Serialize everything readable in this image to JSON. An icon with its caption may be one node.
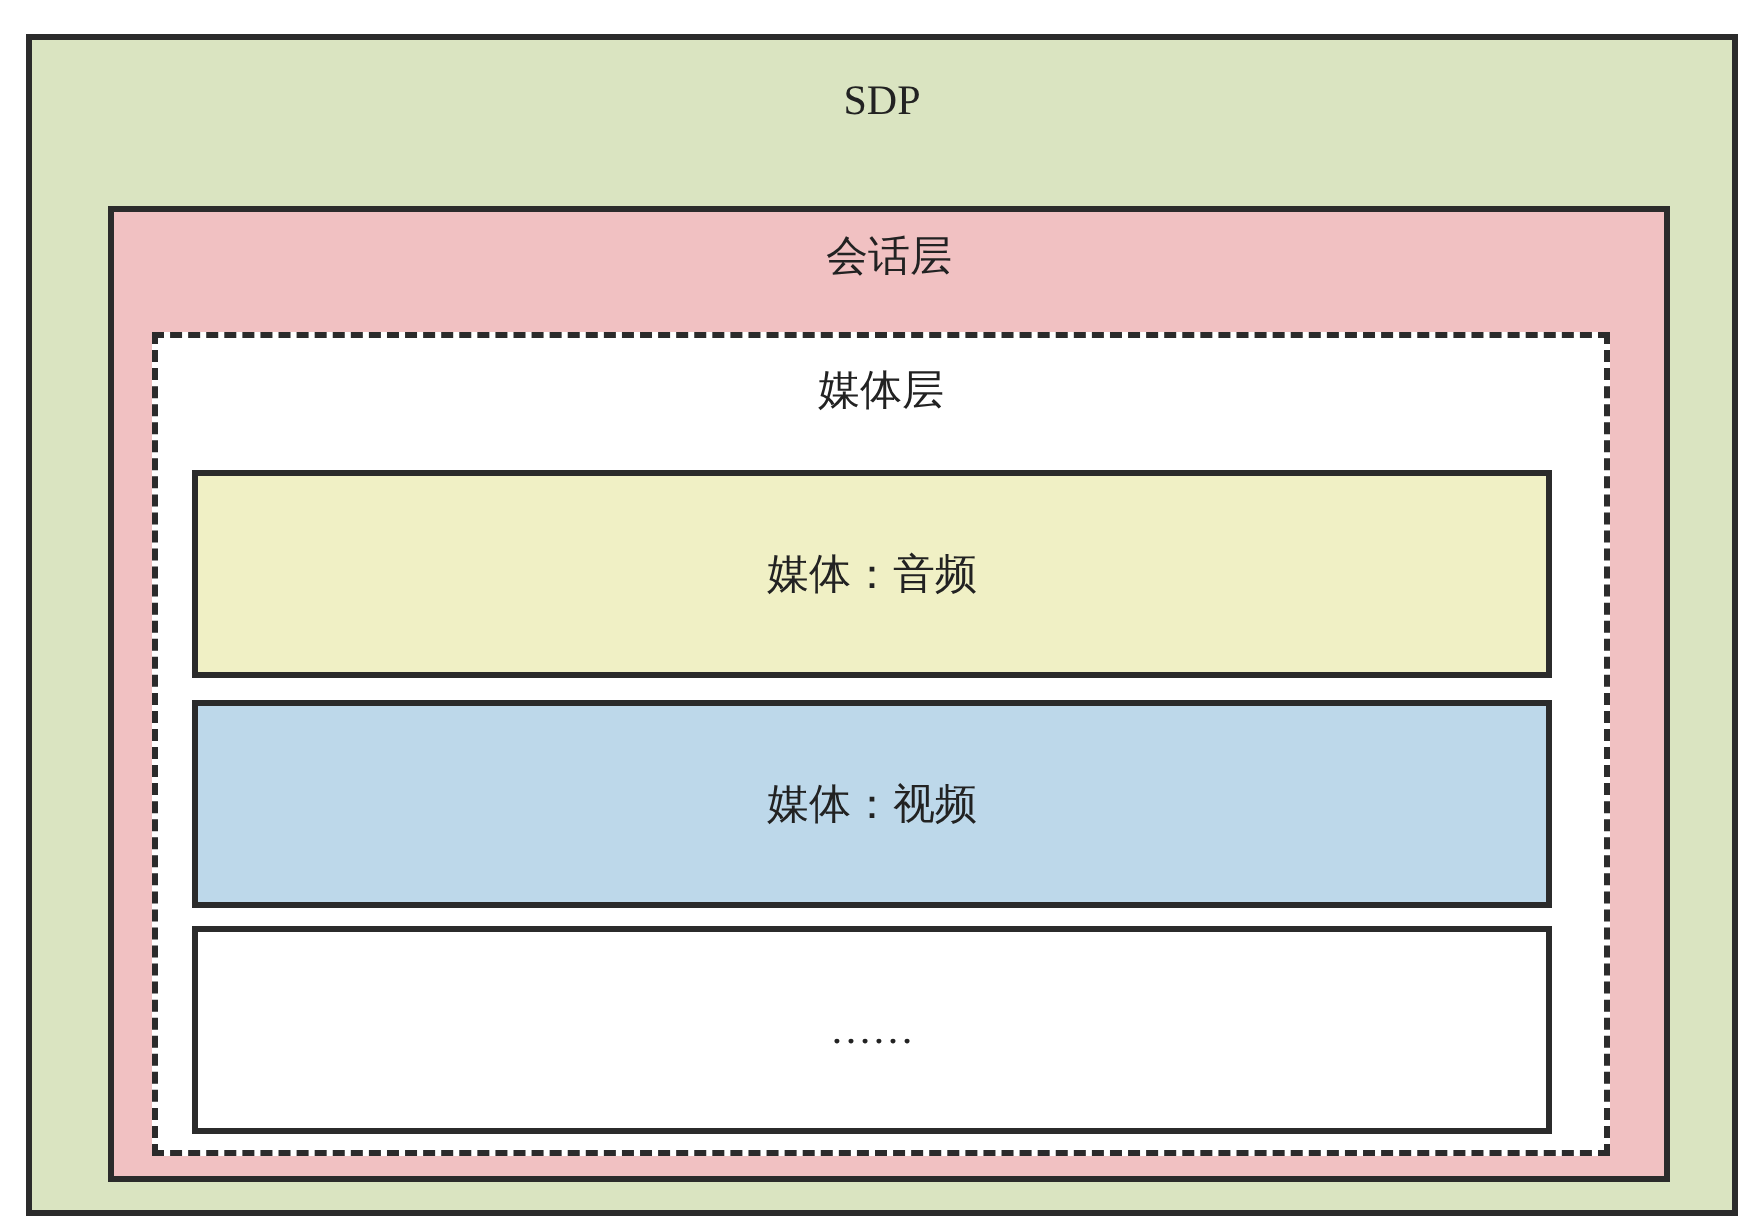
{
  "diagram": {
    "nodes": [
      {
        "text": [
          "SDP"
        ]
      },
      {
        "text": [
          "会话层"
        ],
        "in": 0
      },
      {
        "text": [
          "媒体层"
        ],
        "in": 1
      },
      {
        "text": [
          "媒体：音频"
        ],
        "in": 2
      },
      {
        "text": [
          "媒体：视频"
        ],
        "in": 2
      },
      {
        "text": [
          "……"
        ],
        "in": 2
      }
    ]
  }
}
